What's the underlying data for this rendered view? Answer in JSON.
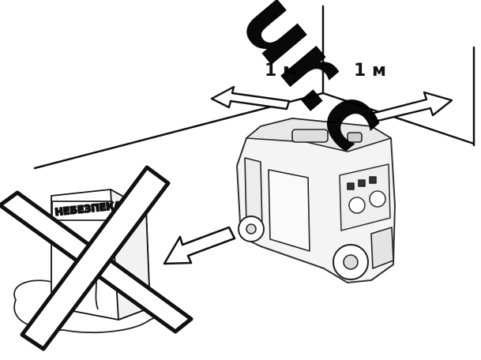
{
  "labels": {
    "distance_left": "1 м",
    "distance_right": "1 м",
    "warning_text": "НЕБЕЗПЕКА",
    "watermark": "ur.c"
  },
  "colors": {
    "ink": "#111111",
    "paper": "#ffffff",
    "prohibition": "#111111"
  },
  "icons": {
    "prohibition": "x-cross-icon",
    "arrow": "outline-arrow-icon"
  }
}
